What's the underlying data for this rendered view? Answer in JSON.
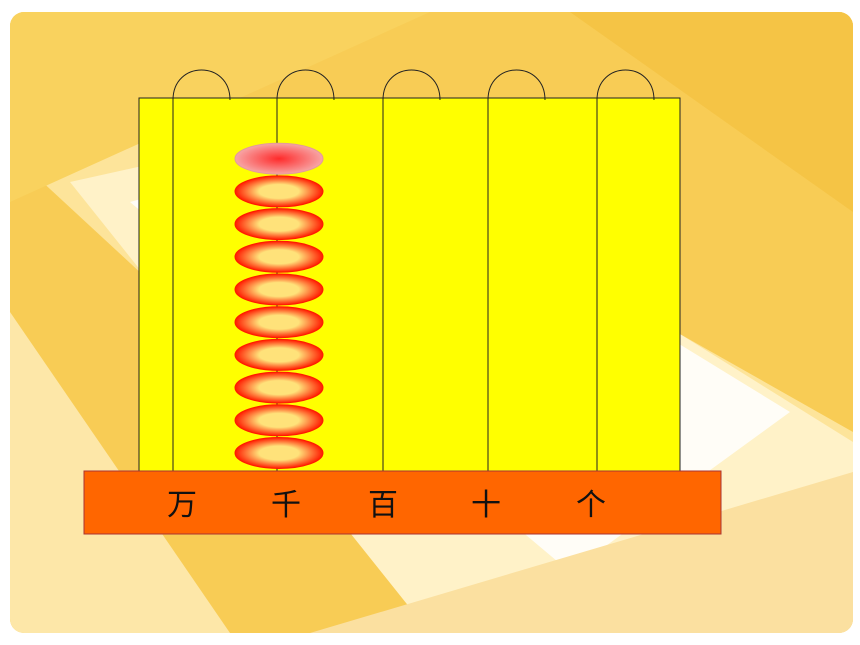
{
  "slide": {
    "background_colors": [
      "#f7c84a",
      "#fbd76a",
      "#fde9a0",
      "#fff3cc",
      "#ffffff"
    ]
  },
  "abacus": {
    "frame_color": "#ffff00",
    "base_color": "#ff6600",
    "bead_outer_color": "#ff1a00",
    "bead_inner_color": "#ffe27a",
    "rods": [
      {
        "label": "万",
        "beads": 0
      },
      {
        "label": "千",
        "beads": 10
      },
      {
        "label": "百",
        "beads": 0
      },
      {
        "label": "十",
        "beads": 0
      },
      {
        "label": "个",
        "beads": 0
      }
    ],
    "highlighted_bead_color": "#f7a5a5"
  }
}
